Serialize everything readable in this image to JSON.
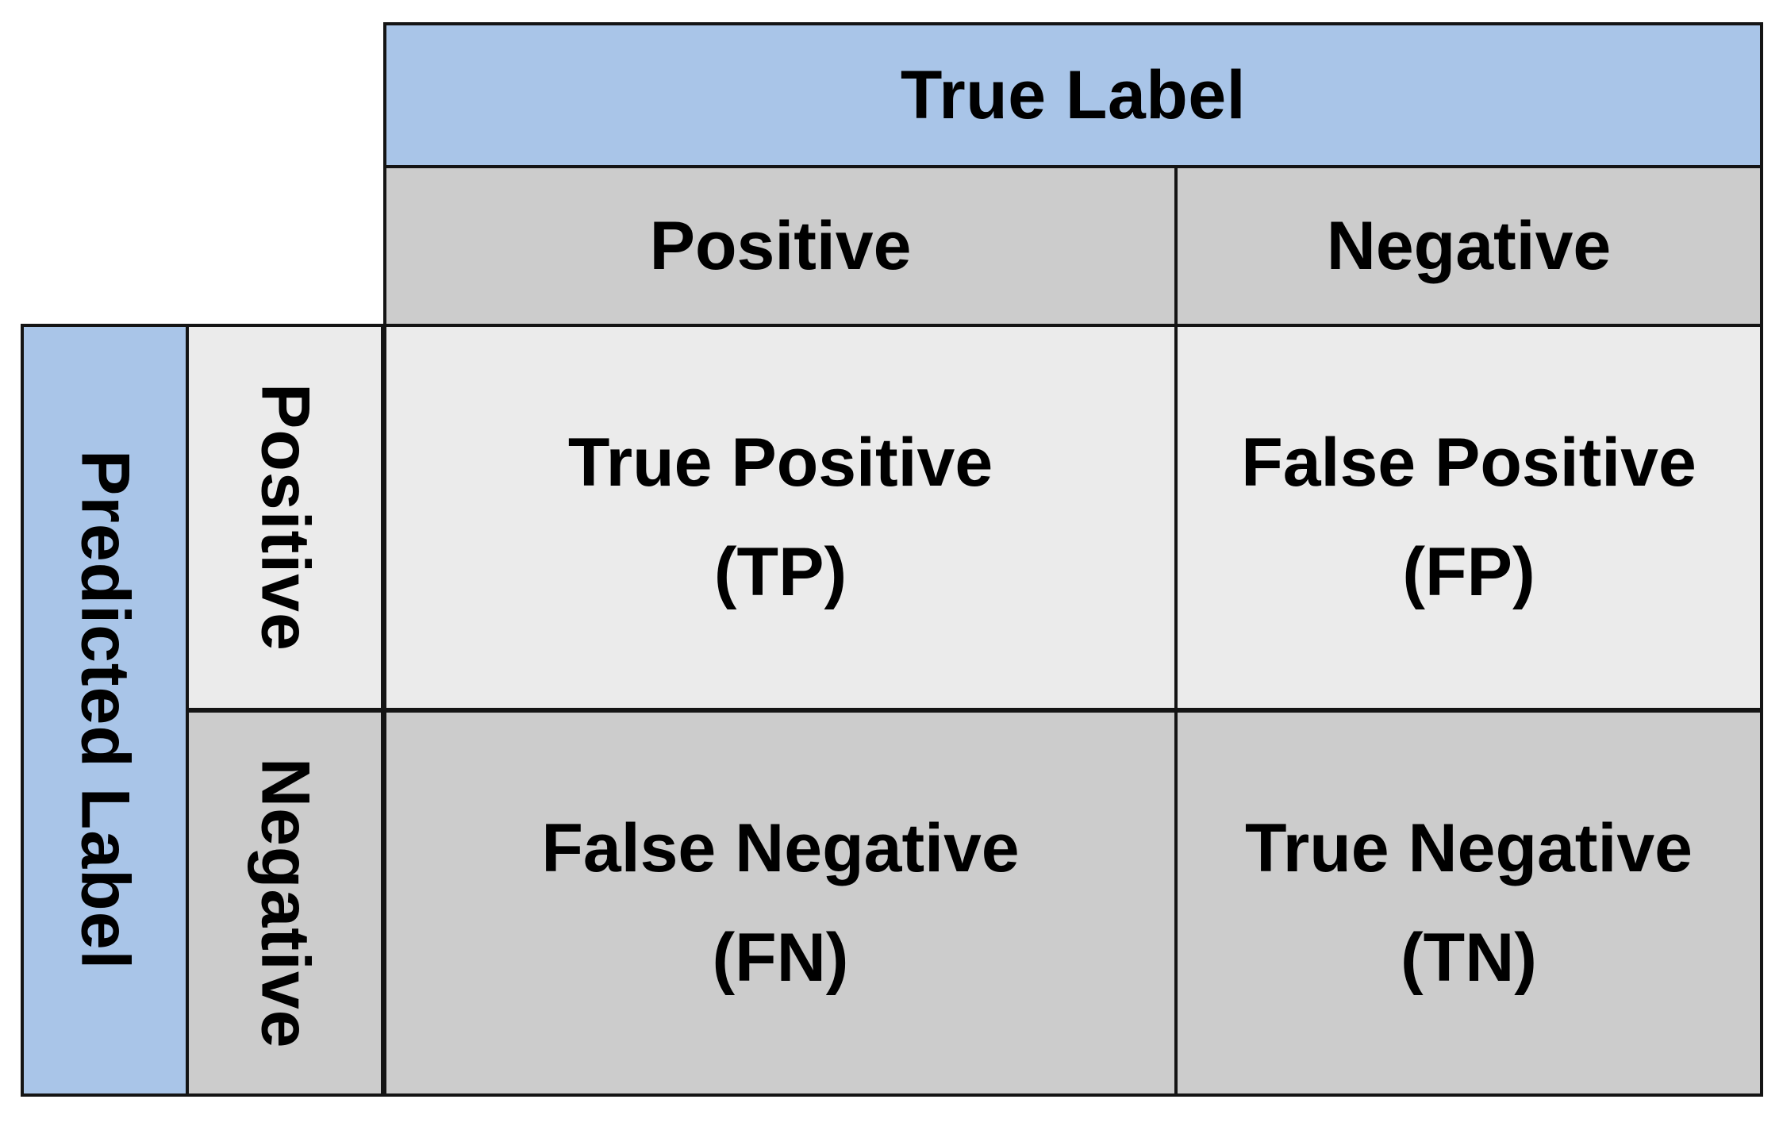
{
  "diagram": {
    "type": "confusion-matrix",
    "axis_headers": {
      "columns_axis_label": "True Label",
      "rows_axis_label": "Predicted Label"
    },
    "column_headers": [
      "Positive",
      "Negative"
    ],
    "row_headers": [
      "Positive",
      "Negative"
    ],
    "cells": [
      {
        "row": "Positive",
        "column": "Positive",
        "name": "True Positive",
        "abbreviation": "(TP)"
      },
      {
        "row": "Positive",
        "column": "Negative",
        "name": "False Positive",
        "abbreviation": "(FP)"
      },
      {
        "row": "Negative",
        "column": "Positive",
        "name": "False Negative",
        "abbreviation": "(FN)"
      },
      {
        "row": "Negative",
        "column": "Negative",
        "name": "True Negative",
        "abbreviation": "(TN)"
      }
    ],
    "colors": {
      "axis_banner": "#a9c5e8",
      "header_gray": "#cccccc",
      "row_positive_gray": "#ebebeb",
      "row_negative_gray": "#cccccc",
      "border": "#141414",
      "text": "#000000",
      "page_background": "#ffffff"
    }
  }
}
